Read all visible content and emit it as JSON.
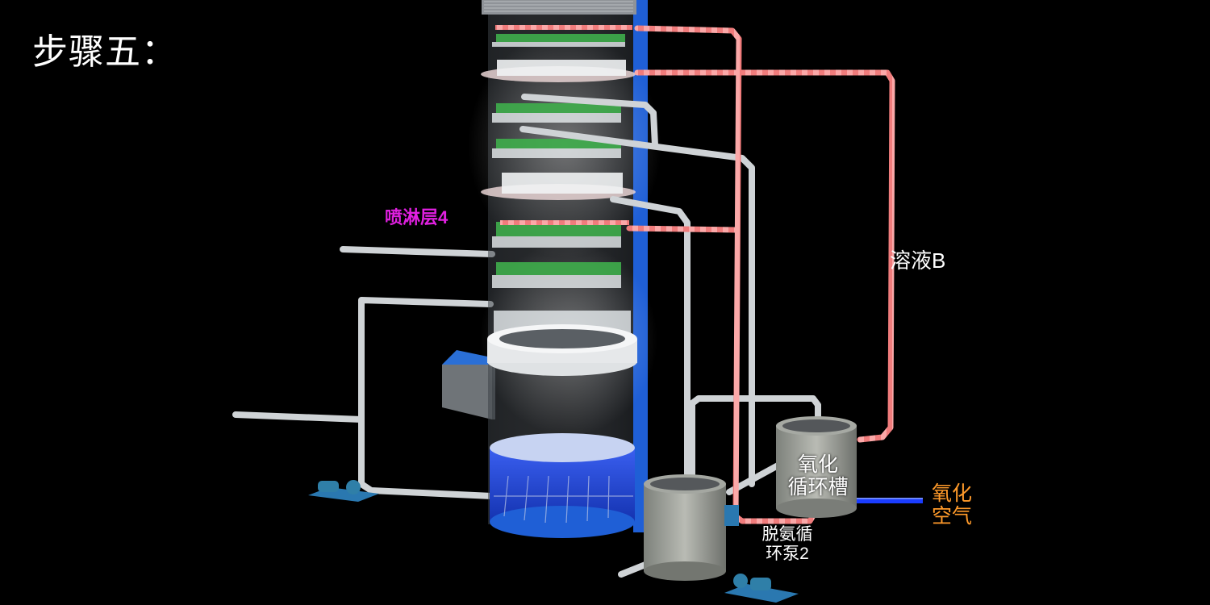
{
  "title": "步骤五：",
  "labels": {
    "spray_layer": "喷淋层4",
    "solution": "溶液B",
    "oxidation_tank": "氧化\n循环槽",
    "oxidation_air": "氧化\n空气",
    "pump": "脱氨循\n环泵2"
  },
  "colors": {
    "background": "#000000",
    "title": "#ffffff",
    "spray_label": "#e020e0",
    "air_label": "#ff9a2a",
    "pink_pipe": "#f07c7c",
    "grey_pipe": "#cfd3d6",
    "tower_blue": "#1f5fd6",
    "liquid_blue": "#1d3fc8",
    "pump_teal": "#2f7fa8",
    "air_pipe": "#1a3cff"
  }
}
